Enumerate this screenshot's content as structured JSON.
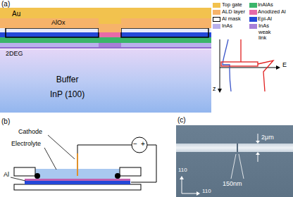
{
  "diagram": {
    "nodes": [
      {
        "text": [
          "Au"
        ]
      },
      {
        "text": [
          "AlOx"
        ]
      },
      {
        "text": [
          "Buffer",
          "InP (100)"
        ]
      }
    ],
    "labels": [
      "(a)",
      "2DEG",
      "E",
      "z",
      "(b)",
      "Cathode",
      "Electrolyte",
      "Al",
      "−",
      "+",
      "(c)",
      "2μm",
      "150nm",
      "110",
      "110"
    ],
    "legend": [
      {
        "text": "Top gate",
        "color": "#f2c24e"
      },
      {
        "text": "ALD layer",
        "color": "#f6b36a"
      },
      {
        "text": "Al mask"
      },
      {
        "text": "InAs",
        "color": "#b9b0ec"
      },
      {
        "text": "InAlAs",
        "color": "#3bb56a"
      },
      {
        "text": "Anodized Al",
        "color": "#e86aa8"
      },
      {
        "text": "Epi-Al",
        "color": "#2448d8"
      },
      {
        "text": "InAs weak link",
        "color": "#a77fd8"
      }
    ]
  }
}
